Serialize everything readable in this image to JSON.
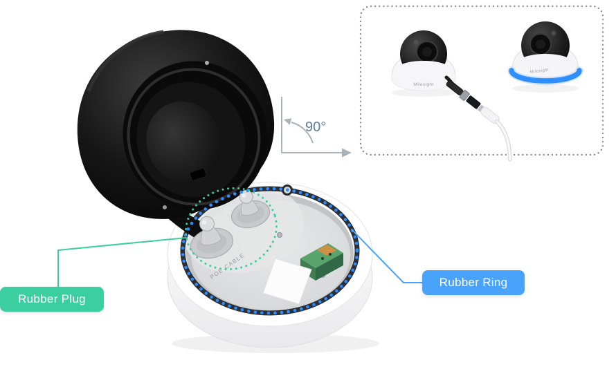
{
  "diagram": {
    "angle_label": "90°",
    "engraving": "POE CABLE",
    "brand": "Milesight",
    "callouts": [
      {
        "id": "rubber-plug",
        "label": "Rubber Plug",
        "color": "#3bce9e"
      },
      {
        "id": "rubber-ring",
        "label": "Rubber Ring",
        "color": "#4aa3fb"
      }
    ],
    "colors": {
      "ring_dots": "#2e8cff",
      "plug_highlight_circle": "#3bce9e",
      "annotation_lines": "#a9b2ba",
      "angle_text": "#5b7d99",
      "inset_border": "#8f8f8f",
      "accent_blue": "#2f8fff",
      "camera_body": "#0d0d0d",
      "base_white": "#ffffff"
    },
    "inset": {
      "items": [
        "dome-camera-with-cable",
        "dome-camera-blue-ring"
      ]
    }
  }
}
